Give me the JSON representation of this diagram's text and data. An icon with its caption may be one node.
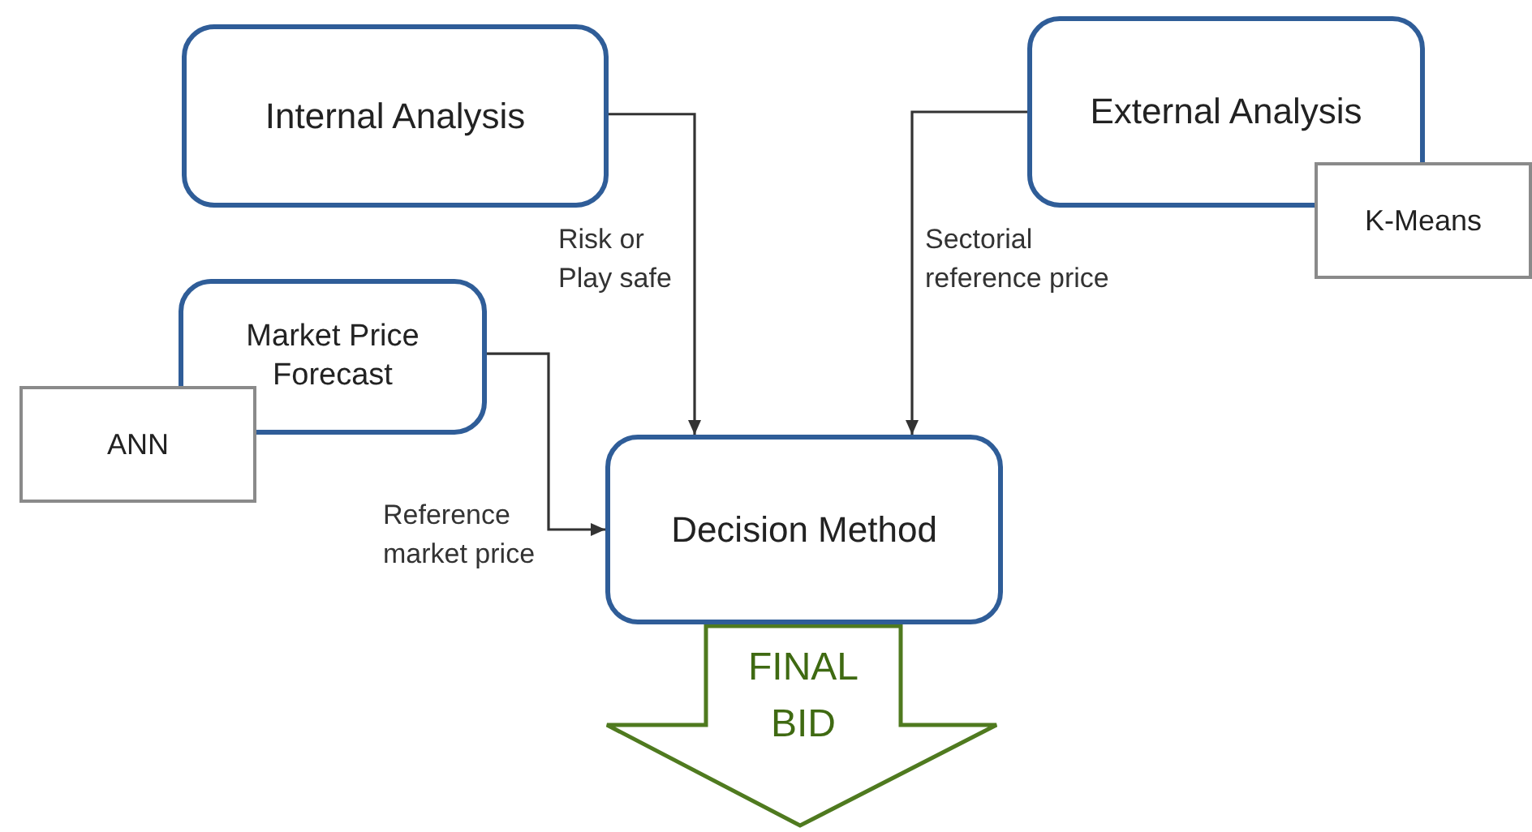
{
  "diagram": {
    "nodes": [
      {
        "text": [
          "Internal Analysis"
        ]
      },
      {
        "text": [
          "External Analysis"
        ]
      },
      {
        "text": [
          "K-Means"
        ]
      },
      {
        "text": [
          "Market Price Forecast"
        ]
      },
      {
        "text": [
          "ANN"
        ]
      },
      {
        "text": [
          "Decision Method"
        ]
      },
      {
        "text": [
          "FINAL BID"
        ]
      }
    ],
    "edges": [
      {
        "from": 0,
        "to": 5,
        "arrow": "to",
        "label": "Risk or Play safe"
      },
      {
        "from": 1,
        "to": 5,
        "arrow": "to",
        "label": "Sectorial reference price"
      },
      {
        "from": 3,
        "to": 5,
        "arrow": "to",
        "label": "Reference market price"
      }
    ]
  }
}
